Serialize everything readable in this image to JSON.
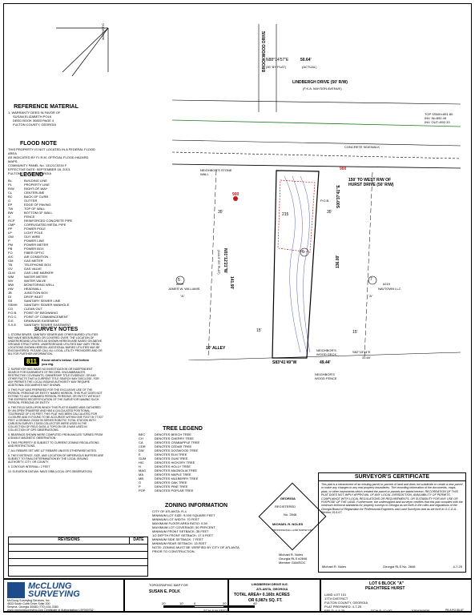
{
  "north": {
    "label": "MAGNETIC"
  },
  "reference": {
    "title": "REFERENCE MATERIAL",
    "lines": [
      "1. WARRANTY DEED IN FAVOR OF",
      "SUSAN ELIZABETH POLK",
      "DEED BOOK 30803 PAGE 4",
      "FULTON COUNTY, GEORGIA"
    ]
  },
  "flood": {
    "title": "FLOOD NOTE",
    "lines": [
      "THIS PROPERTY IS NOT LOCATED IN A FEDERAL FLOOD AREA",
      "AS INDICATED BY F.I.R.M. OFFICIAL FLOOD HAZARD MAPS.",
      "COMMUNITY PANEL No. 13121C0234 F",
      "EFFECTIVE DATE: SEPTEMBER 18, 2013.",
      "FULTON COUNTY, GEORGIA"
    ]
  },
  "legend": {
    "title": "LEGEND",
    "items": [
      {
        "sym": "BL",
        "text": "BUILDING LINE"
      },
      {
        "sym": "PL",
        "text": "PROPERTY LINE"
      },
      {
        "sym": "R/W",
        "text": "RIGHT-OF-WAY"
      },
      {
        "sym": "CL",
        "text": "CENTERLINE"
      },
      {
        "sym": "BC",
        "text": "BACK OF CURB"
      },
      {
        "sym": "G",
        "text": "GUTTER"
      },
      {
        "sym": "EP",
        "text": "EDGE OF PAVING"
      },
      {
        "sym": "TW",
        "text": "TOP OF WALL"
      },
      {
        "sym": "BW",
        "text": "BOTTOM OF WALL"
      },
      {
        "sym": "X",
        "text": "FENCE"
      },
      {
        "sym": "RCP",
        "text": "REINFORCED CONCRETE PIPE"
      },
      {
        "sym": "CMP",
        "text": "CORRUGATED METAL PIPE"
      },
      {
        "sym": "PP",
        "text": "POWER POLE"
      },
      {
        "sym": "LP",
        "text": "LIGHT POLE"
      },
      {
        "sym": "GW",
        "text": "GUY WIRE"
      },
      {
        "sym": "P",
        "text": "POWER LINE"
      },
      {
        "sym": "PM",
        "text": "POWER METER"
      },
      {
        "sym": "PB",
        "text": "POWER BOX"
      },
      {
        "sym": "FO",
        "text": "FIBER OPTIC"
      },
      {
        "sym": "A/C",
        "text": "AIR CONDITION"
      },
      {
        "sym": "GM",
        "text": "GAS METER"
      },
      {
        "sym": "TB",
        "text": "TELEPHONE BOX"
      },
      {
        "sym": "GV",
        "text": "GAS VALVE"
      },
      {
        "sym": "GLM",
        "text": "GAS LINE MARKER"
      },
      {
        "sym": "WM",
        "text": "WATER METER"
      },
      {
        "sym": "WV",
        "text": "WATER VALVE"
      },
      {
        "sym": "MW",
        "text": "MONITORING WELL"
      },
      {
        "sym": "HW",
        "text": "HEADWALL"
      },
      {
        "sym": "JB",
        "text": "JUNCTION BOX"
      },
      {
        "sym": "DI",
        "text": "DROP INLET"
      },
      {
        "sym": "SS",
        "text": "SANITARY SEWER LINE"
      },
      {
        "sym": "SSMH",
        "text": "SANITARY SEWER MANHOLE"
      },
      {
        "sym": "CO",
        "text": "CLEAN OUT"
      },
      {
        "sym": "P.O.B.",
        "text": "POINT OF BEGINNING"
      },
      {
        "sym": "P.O.C.",
        "text": "POINT OF COMMENCEMENT"
      },
      {
        "sym": "D.E.",
        "text": "DRAINAGE EASEMENT"
      },
      {
        "sym": "S.S.E.",
        "text": "SANITARY SEWER EASEMENT"
      }
    ]
  },
  "survey_notes": {
    "title": "SURVEY NOTES",
    "call_811": "811",
    "call_text": "Know what's below. Call before you dig.",
    "notes": [
      "1. STORM SEWER, SANITARY SEWER AND OTHER BURIED UTILITIES MAY HAVE BEEN BURIED OR COVERED OVER. THE LOCATION OF UNDERGROUND UTILITIES AS SHOWN HEREON ARE BASED ON ABOVE GROUND STRUCTURES. UNDERGROUND UTILITIES MAY VARY FROM LOCATIONS SHOWN HEREON. ADDITIONAL BURIED UTILITIES MAY BE ENCOUNTERED. PLEASE CALL ALL LOCAL UTILITY PROVIDERS AND OR 811 FOR FURTHER INFORMATION.",
      "2. SURVEYOR HAS MADE NO INVESTIGATION OR INDEPENDENT SEARCH FOR EASEMENTS OF RECORD, ENCUMBRANCES, RESTRICTIVE COVENANTS, OWNERSHIP TITLE EVIDENCE, OR ANY OTHER FACTS THAT A CURRENT TITLE SEARCH MAY DISCLOSE. FOR ANY PERMITS THE LOCAL ISSUING AUTHORITY MAY REQUIRE ADDITIONAL DOCUMENTS NOT SHOWN.",
      "3. THIS PLAT WAS PREPARED FOR THE EXCLUSIVE USE OF THE PERSON, PERSONS OR ENTITY NAMED HEREON. THIS PLAT DOES NOT EXTEND TO ANY UNNAMED PERSON, PERSONS, OR ENTITY WITHOUT THE EXPRESS RECERTIFICATION OF THE SURVEYOR NAMING SUCH PERSON, PERSONS OR ENTITY.",
      "4. THE FIELD DATA UPON WHICH THIS PLAT IS BASED WAS GATHERED BY AN OPEN TRAVERSE AND HAS A CALCULATED POSITIONAL TOLERANCE OF 0.03 FEET. THIS PLAT HAS BEEN CALCULATED FOR CLOSURE AND IS FOUND TO BE ACCURATE WITHIN ONE FOOT IN 77,927 FEET. A GEOMAX ZOOM 90 SERIES ROBOTIC TOTAL STATION WITH CARLSON SURVEY 2 DATA COLLECTOR WERE USED IN THE COLLECTION OF FIELD DATA. A TOPCON GR-5 WAS USED IN COLLECTION OF GPS OBSERVATIONS.",
      "5. BEARINGS SHOWN WERE COMPUTED FROM ANGLES TURNED FROM A SINGLE MAGNETIC OBSERVATION.",
      "6. THIS PROPERTY IS SUBJECT TO CURRENT ZONING REGULATIONS AND RESTRICTIONS.",
      "7. ALL REBARS SET ARE 1/2\" REBARS UNLESS OTHERWISE NOTED.",
      "8. THE EXISTENCE, SIZE, AND LOCATION OF IMPERVIOUS BUFFERS ARE SUBJECT TO FINAL DETERMINATION BY THE LOCAL ISSUING AUTHORITY, CITY, OR COUNTY.",
      "9. CONTOUR INTERVAL= 2 FEET",
      "10. ELEVATION DATUM= NAVD 1988 (LOCAL GPS OBSERVATION)"
    ]
  },
  "revisions": {
    "title": "REVISIONS",
    "date_label": "DATE"
  },
  "plan": {
    "road_top": "LINDBERGH DRIVE (50' R/W)",
    "road_top_aka": "(F.K.A. MAYSON AVENUE)",
    "road_side": "BROOKWOOD DRIVE",
    "bearing_top": "N88°14'57\"E",
    "dist_top": "50.64'",
    "dist_top_note": "(ACTUAL)",
    "by_plat_top": "(50' BY PLAT)",
    "bearing_left": "N01°12'21\"W",
    "dist_left": "141.90'",
    "by_plat_left": "(144.5' BY PLAT)",
    "bearing_right": "S00°37'41\"E",
    "dist_right": "136.00'",
    "bearing_bottom": "S83°41'49\"W",
    "dist_bottom": "49.44'",
    "bearing_alley": "S82°15'34\"E",
    "dist_alley": "31.60'",
    "alley": "10' ALLEY",
    "hurst": "150' TO WEST R/W OF HURST DRIVE (50' R/W)",
    "lot_num": "6",
    "lot_left": "5",
    "lot_left_owner": "JAMES W. WILLIAMS",
    "lot_left_addr": "#209",
    "lot_right": "7",
    "lot_right_owner": "NAVTOWN LLC",
    "lot_right_addr": "#219",
    "setback_front": "35'",
    "setback_rear": "15'",
    "dist_mark": "900",
    "address": "215",
    "storm": "TOP SSMH=891.80",
    "storm2": "INV. IN=892.49",
    "storm3": "INV. OUT=892.33",
    "curb": "CONCRETE SIDEWALK",
    "neighbor_wall": "NEIGHBOR'S STONE WALL",
    "neighbor_deck": "NEIGHBOR'S WOOD DECK",
    "neighbor_fence": "NEIGHBOR'S WOOD FENCE",
    "a": "\"A\"",
    "pob": "P.O.B."
  },
  "tree_legend": {
    "title": "TREE LEGEND",
    "items": [
      {
        "abbr": "BEC",
        "text": "DENOTES BEECH TREE"
      },
      {
        "abbr": "CH",
        "text": "DENOTES CHERRY TREE"
      },
      {
        "abbr": "CA",
        "text": "DENOTES CRABAPPLE TREE"
      },
      {
        "abbr": "CDR",
        "text": "DENOTES CEDAR TREE"
      },
      {
        "abbr": "DW",
        "text": "DENOTES DOGWOOD TREE"
      },
      {
        "abbr": "E",
        "text": "DENOTES ELM TREE"
      },
      {
        "abbr": "GUM",
        "text": "DENOTES GUM TREE"
      },
      {
        "abbr": "HIC",
        "text": "DENOTES HICKORY TREE"
      },
      {
        "abbr": "H",
        "text": "DENOTES HOLLY TREE"
      },
      {
        "abbr": "MAG",
        "text": "DENOTES MAGNOLIA TREE"
      },
      {
        "abbr": "MA",
        "text": "DENOTES MAPLE TREE"
      },
      {
        "abbr": "MB",
        "text": "DENOTES MULBERRY TREE"
      },
      {
        "abbr": "O",
        "text": "DENOTES OAK TREE"
      },
      {
        "abbr": "P",
        "text": "DENOTES PINE TREE"
      },
      {
        "abbr": "POP",
        "text": "DENOTES POPLAR TREE"
      }
    ]
  },
  "zoning": {
    "title": "ZONING INFORMATION",
    "lines": [
      "CITY OF ATLANTA: R-4",
      "MINIMUM LOT SIZE: 9,000 SQUARE FEET",
      "MINIMUM LOT WIDTH: 70 FEET",
      "MAXIMUM FLOOR AREA RATIO: 0.50",
      "MAXIMUM LOT COVERAGE: 50 PERCENT",
      "MINIMUM FRONT SETBACK: 35 FEET",
      "1/2 DEPTH FRONT SETBACK: 17.5 FEET",
      "MINIMUM SIDE SETBACK: 7 FEET",
      "MINIMUM REAR SETBACK: 15 FEET",
      "NOTE: ZONING MUST BE VERIFIED BY CITY OF ATLANTA PRIOR TO CONSTRUCTION."
    ]
  },
  "seal": {
    "state": "GEORGIA",
    "number": "No. 2846",
    "registered": "REGISTERED",
    "name": "MICHAEL R. NOLES",
    "role": "PROFESSIONAL LAND SURVEYOR",
    "sig_name": "Michael R. Noles",
    "sig_reg": "Georgia RLS #2846",
    "sig_role": "Member GAMSOC"
  },
  "certificate": {
    "title": "SURVEYOR'S CERTIFICATE",
    "body": "This plat is a retracement of an existing parcel or parcels of land and does not subdivide or create a new parcel or make any changes to any real property boundaries. The recording information of the documents, maps, plats, or other instruments which created the parcel or parcels are stated hereon. RECORDATION OF THIS PLAT DOES NOT IMPLY APPROVAL OF ANY LOCAL JURISDICTION, AVAILABILITY OF PERMITS, COMPLIANCE WITH LOCAL REGULATIONS OR REQUIREMENTS, OR SUITABILITY FOR ANY USE OR PURPOSE OF THE LAND. Furthermore, the undersigned land surveyor certifies that this plat complies with the minimum technical standards for property surveys in Georgia as set forth in the rules and regulations of the Georgia Board of Registration for Professional Engineers and Land Surveyors and as set forth in O.C.G.A. Section 15-6-67.",
    "sig_name": "Michael R. Noles",
    "sig_reg": "Georgia RLS No. 2846",
    "sig_date": "4-7-25"
  },
  "title_block": {
    "company": "McCLUNG",
    "company2": "SURVEYING",
    "company_info": [
      "McClung Surveying Services, Inc.",
      "4833 South Cobb Drive Suite 200",
      "Smyrna, Georgia 30080 (770) 434-3383",
      "www.mcclungsurveying.com Certificate of Authorization LSF000752"
    ],
    "map_title": "TOPOGRAPHIC MAP FOR",
    "client": "SUSAN E. POLK",
    "street": "LINDBERGH DRIVE N.E.",
    "city": "ATLANTA, GEORGIA",
    "area1": "TOTAL AREA= 0.160± ACRES",
    "area2": "OR 6,987± SQ. FT.",
    "scale_labels": [
      "20'",
      "10'",
      "0",
      "20'",
      "40'"
    ],
    "scale_text": "SCALE IN FEET",
    "lot": "LOT 6 BLOCK \"A\"",
    "subdivision": "PEACHTREE HURST",
    "land_lot": "LAND LOT 101",
    "district": "17TH DISTRICT",
    "county": "FULTON COUNTY, GEORGIA",
    "plat_prepared": "PLAT PREPARED: 4-7-25",
    "field": "FIELD: 4-4-25",
    "scale": "SCALE: 1\"=20'",
    "job": "JOB#265838",
    "pb": "PB 8 PG 85-87"
  }
}
